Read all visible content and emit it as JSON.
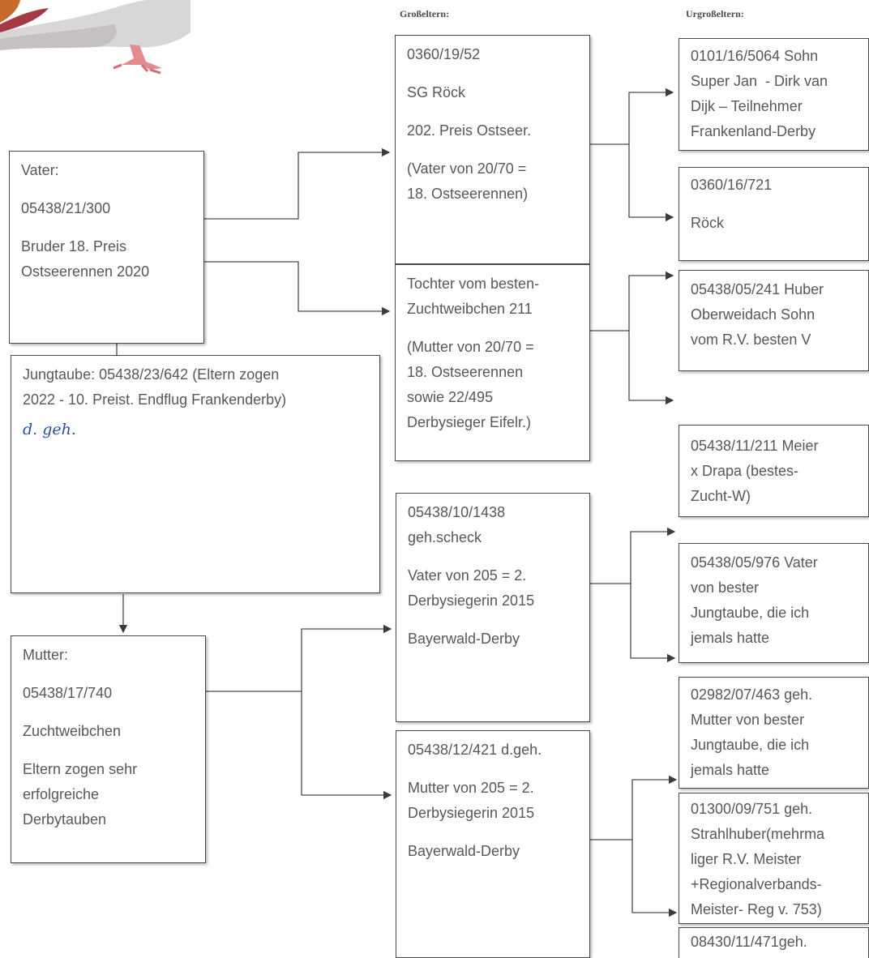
{
  "headers": {
    "grandparents": "Großeltern:",
    "great_grandparents": "Urgroßeltern:"
  },
  "father": {
    "label": "Vater:",
    "ring": "05438/21/300",
    "note": [
      "Bruder 18. Preis",
      "Ostseerennen 2020"
    ]
  },
  "young": {
    "lines": [
      "Jungtaube: 05438/23/642 (Eltern zogen",
      "2022 - 10. Preist. Endflug Frankenderby)"
    ],
    "handwritten": "d. geh."
  },
  "mother": {
    "label": "Mutter:",
    "ring": "05438/17/740",
    "title": "Zuchtweibchen",
    "note": [
      "Eltern zogen sehr",
      "erfolgreiche",
      "Derbytauben"
    ]
  },
  "grandparents": [
    {
      "ring": "0360/19/52",
      "name": "SG Röck",
      "result": "202. Preis Ostseer.",
      "note": [
        "(Vater von 20/70 =",
        "18. Ostseerennen)"
      ]
    },
    {
      "lines": [
        "Tochter vom besten-",
        "Zuchtweibchen 211"
      ],
      "note": [
        "(Mutter von 20/70 =",
        "18. Ostseerennen",
        "sowie 22/495",
        "Derbysieger Eifelr.)"
      ]
    },
    {
      "lines": [
        "05438/10/1438",
        "geh.scheck"
      ],
      "note": [
        "Vater von 205 = 2.",
        "Derbysiegerin 2015"
      ],
      "race": "Bayerwald-Derby"
    },
    {
      "ring": "05438/12/421 d.geh.",
      "note": [
        "Mutter von 205 = 2.",
        "Derbysiegerin 2015"
      ],
      "race": "Bayerwald-Derby"
    }
  ],
  "great_grandparents": [
    {
      "lines": [
        "0101/16/5064 Sohn",
        "Super Jan  - Dirk van",
        "Dijk – Teilnehmer",
        "Frankenland-Derby"
      ]
    },
    {
      "ring": "0360/16/721",
      "name": "Röck"
    },
    {
      "lines": [
        "05438/05/241 Huber",
        "Oberweidach Sohn",
        "vom R.V. besten V"
      ]
    },
    {
      "lines": [
        "05438/11/211 Meier",
        "x Drapa (bestes-",
        "Zucht-W)"
      ]
    },
    {
      "lines": [
        "05438/05/976 Vater",
        "von bester",
        "Jungtaube, die ich",
        "jemals hatte"
      ]
    },
    {
      "lines": [
        "02982/07/463 geh.",
        "Mutter von bester",
        "Jungtaube, die ich",
        "jemals hatte"
      ]
    },
    {
      "lines": [
        "01300/09/751 geh.",
        "Strahlhuber(mehrma",
        "liger R.V. Meister",
        "+Regionalverbands-",
        "Meister- Reg v. 753)"
      ]
    },
    {
      "lines": [
        "08430/11/471geh."
      ]
    }
  ]
}
